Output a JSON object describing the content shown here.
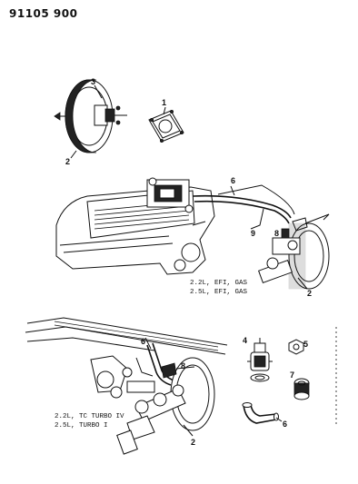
{
  "header": {
    "doc_number": "91105 900"
  },
  "callouts": {
    "top_booster": "3",
    "top_booster_body": "2",
    "gasket_plate": "1",
    "hose_efi": "6",
    "hose_branch_efi": "9",
    "valve_efi": "8",
    "booster_efi": "2",
    "hose_turbo": "6",
    "valve_turbo": "8",
    "booster_turbo": "2",
    "detail_valve": "4",
    "detail_nut": "5",
    "detail_grommet": "7",
    "detail_hose": "6"
  },
  "engine_labels": {
    "efi": [
      "2.2L, EFI, GAS",
      "2.5L, EFI, GAS"
    ],
    "turbo": [
      "2.2L, TC TURBO IV",
      "2.5L, TURBO I"
    ]
  }
}
